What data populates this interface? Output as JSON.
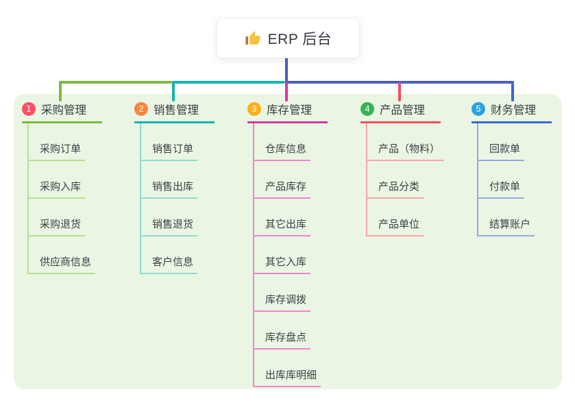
{
  "root": {
    "label": "ERP 后台",
    "icon": "thumbs-up"
  },
  "panel_color": "#eaf6e3",
  "bus_color": "#4a5dc7",
  "branches": [
    {
      "id": "purchase",
      "index": "1",
      "label": "采购管理",
      "badge_color": "#f75266",
      "line_color": "#7cb93f",
      "child_line_color": "#b7dc96",
      "children": [
        "采购订单",
        "采购入库",
        "采购退货",
        "供应商信息"
      ]
    },
    {
      "id": "sales",
      "index": "2",
      "label": "销售管理",
      "badge_color": "#f8863d",
      "line_color": "#13b5ab",
      "child_line_color": "#8ed9d3",
      "children": [
        "销售订单",
        "销售出库",
        "销售退货",
        "客户信息"
      ]
    },
    {
      "id": "inventory",
      "index": "3",
      "label": "库存管理",
      "badge_color": "#fcb017",
      "line_color": "#d43a9f",
      "child_line_color": "#f282cb",
      "children": [
        "仓库信息",
        "产品库存",
        "其它出库",
        "其它入库",
        "库存调拨",
        "库存盘点",
        "出库库明细"
      ]
    },
    {
      "id": "product",
      "index": "4",
      "label": "产品管理",
      "badge_color": "#36b556",
      "line_color": "#f44d5e",
      "child_line_color": "#f9a3a8",
      "children": [
        "产品（物料）",
        "产品分类",
        "产品单位"
      ]
    },
    {
      "id": "finance",
      "index": "5",
      "label": "财务管理",
      "badge_color": "#2aa3e0",
      "line_color": "#3a68cf",
      "child_line_color": "#96a9dd",
      "children": [
        "回款单",
        "付款单",
        "结算账户"
      ]
    }
  ]
}
